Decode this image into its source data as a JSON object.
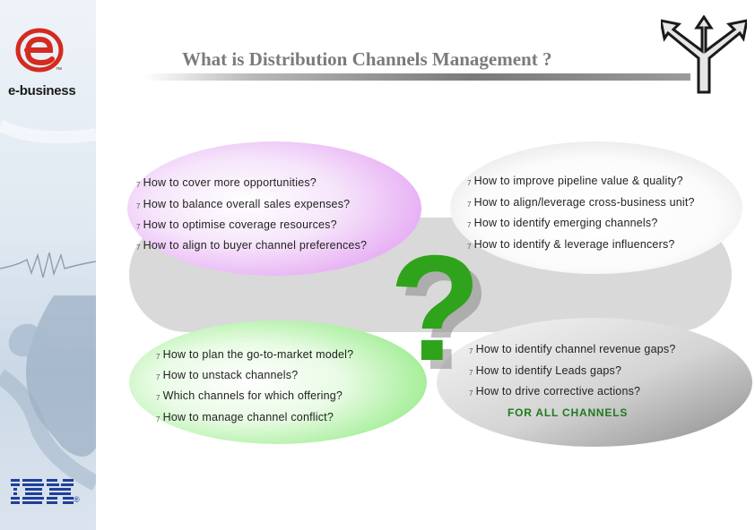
{
  "header": {
    "title": "What is Distribution Channels Management ?",
    "brand_text": "e-business",
    "ebiz_tm": "™",
    "ibm_logo": "IBM",
    "ibm_reg": "®"
  },
  "quadrants": {
    "top_left": {
      "color": "#e7a0f5",
      "items": [
        "How to cover more opportunities?",
        "How to balance overall sales expenses?",
        "How to optimise coverage resources?",
        "How to align to buyer channel preferences?"
      ]
    },
    "top_right": {
      "color": "#f2f2f2",
      "items": [
        "How to improve pipeline value & quality?",
        "How to align/leverage cross-business unit?",
        "How to identify emerging channels?",
        "How to identify & leverage influencers?"
      ]
    },
    "bottom_left": {
      "color": "#98ee8a",
      "items": [
        "How to plan the go-to-market model?",
        "How to unstack channels?",
        "Which  channels for which offering?",
        "How to manage channel conflict?"
      ]
    },
    "bottom_right": {
      "color": "#c9c9c9",
      "items": [
        "How to identify channel revenue gaps?",
        "How to identify Leads gaps?",
        "How to drive corrective actions?"
      ],
      "note": "FOR  ALL  CHANNELS"
    }
  },
  "center": {
    "symbol": "?",
    "color": "#2fa31b"
  },
  "bullet_glyph": "7"
}
